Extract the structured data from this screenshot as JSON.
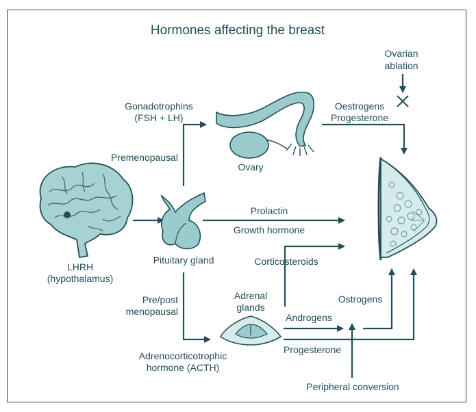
{
  "title": "Hormones affecting the breast",
  "labels": {
    "ovarian_ablation_l1": "Ovarian",
    "ovarian_ablation_l2": "ablation",
    "gonadotrophins_l1": "Gonadotrophins",
    "gonadotrophins_l2": "(FSH + LH)",
    "oestrogens": "Oestrogens",
    "progesterone_top": "Progesterone",
    "premenopausal": "Premenopausal",
    "ovary": "Ovary",
    "prolactin": "Prolactin",
    "growth_hormone": "Growth hormone",
    "lhrh": "LHRH",
    "hypothalamus": "(hypothalamus)",
    "pituitary_gland": "Pituitary gland",
    "corticosteroids": "Corticosteroids",
    "prepost_l1": "Pre/post",
    "prepost_l2": "menopausal",
    "adrenal_l1": "Adrenal",
    "adrenal_l2": "glands",
    "ostrogens": "Ostrogens",
    "androgens": "Androgens",
    "acth_l1": "Adrenocorticotrophic",
    "acth_l2": "hormone (ACTH)",
    "progesterone_bottom": "Progesterone",
    "peripheral_conversion": "Peripheral conversion"
  },
  "colors": {
    "ink": "#1f4e57",
    "organ_fill": "#9ccbcd",
    "organ_light": "#d6ecec",
    "brain_fill": "#a7d2d3"
  }
}
